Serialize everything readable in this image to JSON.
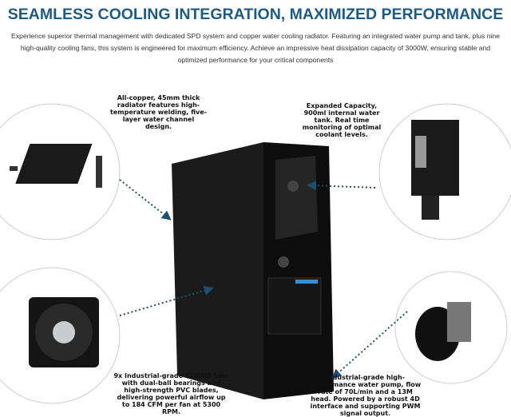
{
  "header": {
    "title": "SEAMLESS COOLING INTEGRATION, MAXIMIZED PERFORMANCE",
    "intro": "Experience superior thermal management with dedicated SPD system and copper water cooling radiator. Featuring an integrated water pump and tank, plus nine high-quality cooling fans, this system is engineered for maximum efficiency. Achieve an impressive heat dissipation capacity of 3000W, ensuring stable and optimized performance for your critical components"
  },
  "callouts": {
    "radiator": "All-copper, 45mm thick radiator features high-temperature welding, five-layer water channel design.",
    "tank": "Expanded Capacity, 900ml internal water tank. Real time monitoring of optimal coolant levels.",
    "fans": "9x Industrial-grade 120MM fans with dual-ball bearings and high-strength PVC blades, delivering powerful airflow up to 184 CFM per fan at 5300 RPM.",
    "pump": "Industrial-grade high-performance water pump, flow rate of 70L/min and a 13M head. Powered by a robust 4D interface and supporting PWM signal output."
  },
  "colors": {
    "title": "#1d5b84",
    "arrow": "#1d4f73"
  }
}
